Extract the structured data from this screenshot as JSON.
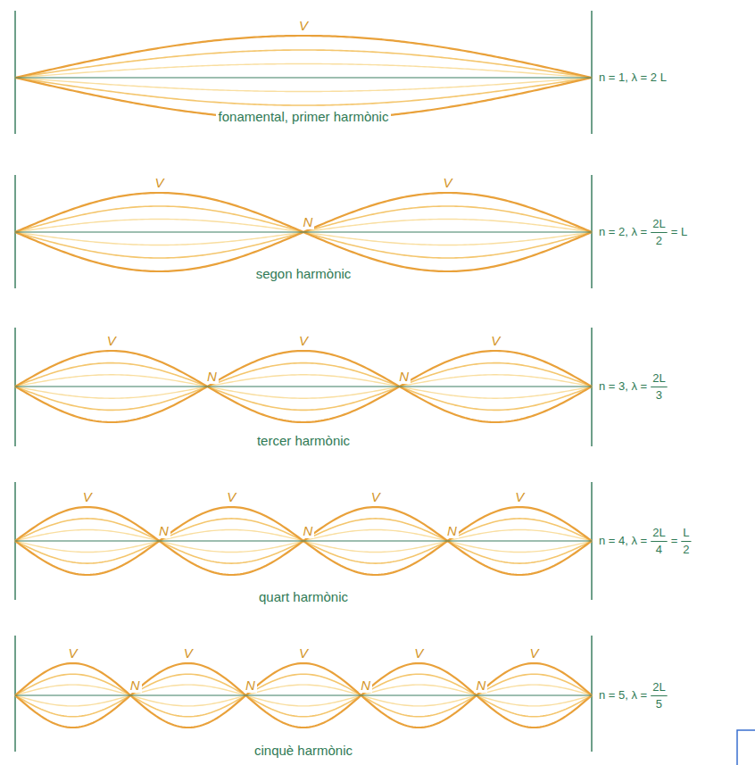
{
  "diagram": {
    "labels": [
      "V",
      "fonamental, primer harmònic",
      "n = 1, λ = 2 L",
      "V",
      "V",
      "N",
      "segon harmònic",
      "n = 2, λ =",
      "2L",
      "2",
      "= L",
      "V",
      "V",
      "V",
      "N",
      "N",
      "tercer harmònic",
      "n = 3, λ =",
      "2L",
      "3",
      "V",
      "V",
      "V",
      "V",
      "N",
      "N",
      "N",
      "quart harmònic",
      "n = 4, λ =",
      "2L",
      "4",
      "=",
      "L",
      "2",
      "V",
      "V",
      "V",
      "V",
      "V",
      "N",
      "N",
      "N",
      "N",
      "cinquè harmònic",
      "n = 5, λ =",
      "2L",
      "5"
    ]
  }
}
